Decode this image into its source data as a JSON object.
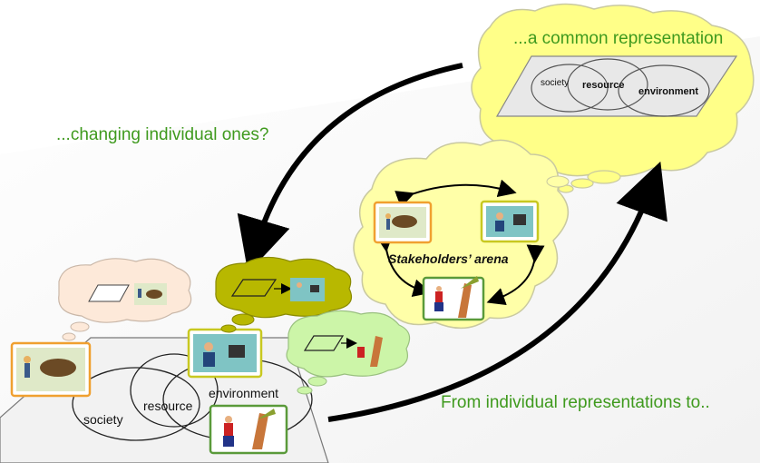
{
  "captions": {
    "common_representation": "...a common representation",
    "changing_individual": "...changing individual ones?",
    "from_individual": "From individual representations to..",
    "stakeholders_arena": "Stakeholders’ arena"
  },
  "venn_small": {
    "society": "society",
    "resource": "resource",
    "environment": "environment"
  },
  "venn_large": {
    "society": "society",
    "resource": "resource",
    "environment": "environment"
  },
  "stakeholders": [
    {
      "name": "farmer",
      "icon": "farmer-ox-plough-icon",
      "border": "#f0a030"
    },
    {
      "name": "office-worker",
      "icon": "office-worker-computer-icon",
      "border": "#c8c820"
    },
    {
      "name": "woodcutter",
      "icon": "woodcutter-tree-icon",
      "border": "#5a9a3a"
    }
  ],
  "colors": {
    "caption_green": "#3f9a1e",
    "common_cloud": "#ffff88",
    "arena_cloud": "#ffffa8",
    "farmer_cloud": "#fde9d9",
    "office_cloud": "#b8b800",
    "woodcutter_cloud": "#ccf5a8",
    "arrow": "#000000"
  }
}
